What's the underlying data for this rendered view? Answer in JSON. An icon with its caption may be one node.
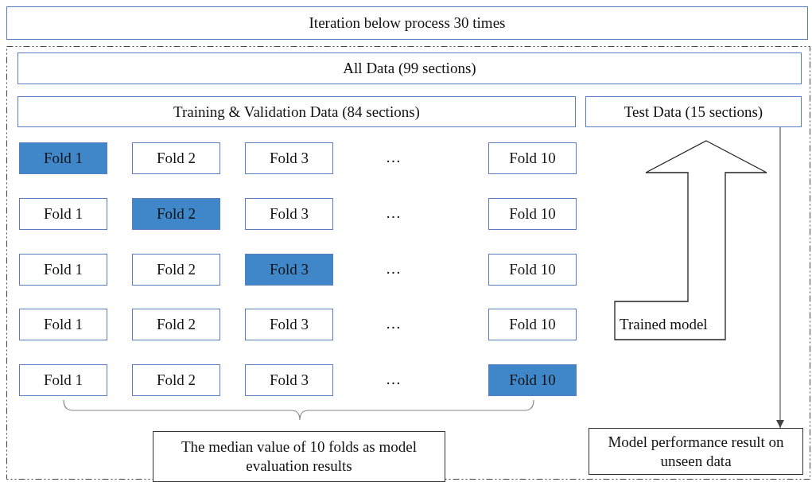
{
  "diagram": {
    "nodes": [
      {
        "text": [
          "Iteration below process 30 times"
        ]
      },
      {
        "text": [],
        "shape": "box"
      },
      {
        "text": [
          "All Data (99 sections)"
        ],
        "in": 1
      },
      {
        "text": [
          "Training & Validation Data (84 sections)"
        ],
        "in": 1
      },
      {
        "text": [
          "Test Data (15 sections)"
        ],
        "in": 1
      },
      {
        "text": [
          "Fold 1"
        ],
        "in": 1
      },
      {
        "text": [
          "Fold 2"
        ],
        "in": 1
      },
      {
        "text": [
          "Fold 3"
        ],
        "in": 1
      },
      {
        "text": [
          "Fold 10"
        ],
        "in": 1
      },
      {
        "text": [
          "Fold 1"
        ],
        "in": 1
      },
      {
        "text": [
          "Fold 2"
        ],
        "in": 1
      },
      {
        "text": [
          "Fold 3"
        ],
        "in": 1
      },
      {
        "text": [
          "Fold 10"
        ],
        "in": 1
      },
      {
        "text": [
          "Fold 1"
        ],
        "in": 1
      },
      {
        "text": [
          "Fold 2"
        ],
        "in": 1
      },
      {
        "text": [
          "Fold 3"
        ],
        "in": 1
      },
      {
        "text": [
          "Fold 10"
        ],
        "in": 1
      },
      {
        "text": [
          "Fold 1"
        ],
        "in": 1
      },
      {
        "text": [
          "Fold 2"
        ],
        "in": 1
      },
      {
        "text": [
          "Fold 3"
        ],
        "in": 1
      },
      {
        "text": [
          "Fold 10"
        ],
        "in": 1
      },
      {
        "text": [
          "Fold 1"
        ],
        "in": 1
      },
      {
        "text": [
          "Fold 2"
        ],
        "in": 1
      },
      {
        "text": [
          "Fold 3"
        ],
        "in": 1
      },
      {
        "text": [
          "Fold 10"
        ],
        "in": 1
      },
      {
        "text": [
          "Trained model"
        ],
        "in": 1
      },
      {
        "text": [
          "The median value of 10 folds as model evaluation results"
        ],
        "in": 1
      },
      {
        "text": [
          "Model performance result on unseen data"
        ],
        "in": 1
      }
    ],
    "edges": [
      {
        "from": 4,
        "to": 27,
        "arrow": "to"
      }
    ],
    "labels": [
      "…",
      "…",
      "…",
      "…",
      "…"
    ]
  }
}
